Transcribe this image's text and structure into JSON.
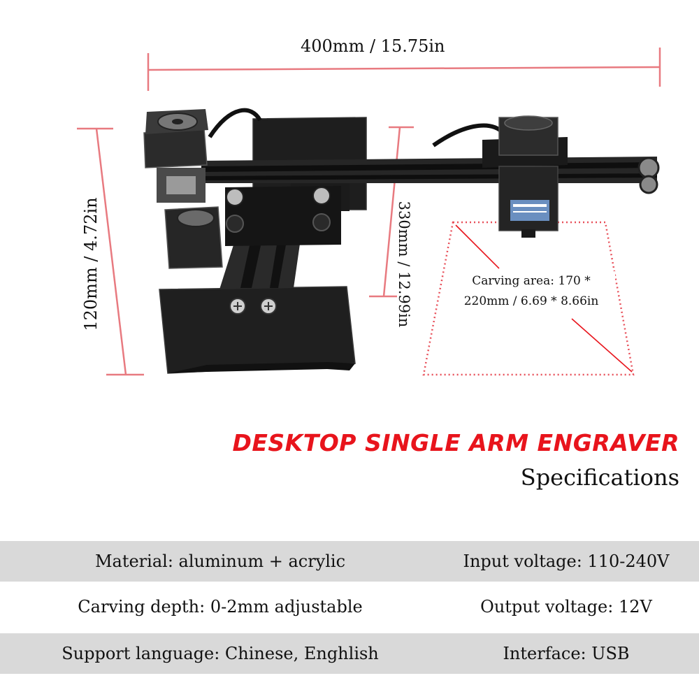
{
  "dimensions": {
    "width_label": "400mm / 15.75in",
    "height_label": "120mm / 4.72in",
    "depth_label": "330mm / 12.99in",
    "carving_area_line1": "Carving area: 170 *",
    "carving_area_line2": "220mm / 6.69 * 8.66in"
  },
  "heading": {
    "title": "DESKTOP SINGLE ARM ENGRAVER",
    "subtitle": "Specifications"
  },
  "specs": [
    {
      "left": "Material: aluminum + acrylic",
      "right": "Input voltage: 110-240V"
    },
    {
      "left": "Carving depth: 0-2mm adjustable",
      "right": "Output voltage: 12V"
    },
    {
      "left": "Support language: Chinese, Enghlish",
      "right": "Interface: USB"
    }
  ],
  "colors": {
    "accent_red": "#e8141c",
    "row_shade": "#d9d9d9",
    "machine": "#1c1c1c"
  }
}
